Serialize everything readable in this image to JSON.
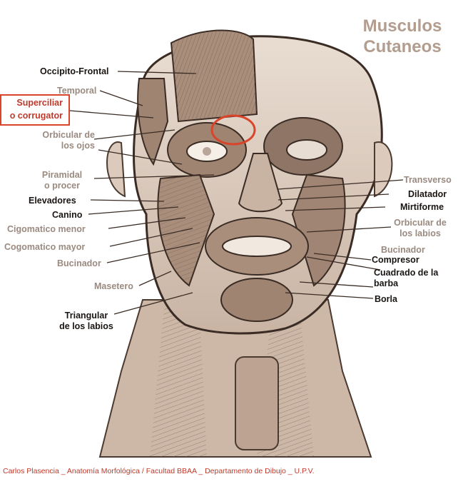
{
  "title": {
    "line1": "Musculos",
    "line2": "Cutaneos"
  },
  "labels": {
    "occipito_frontal": "Occipito-Frontal",
    "temporal": "Temporal",
    "superciliar_1": "Superciliar",
    "superciliar_2": "o corrugator",
    "orbicular_ojos_1": "Orbicular de",
    "orbicular_ojos_2": "los ojos",
    "piramidal_1": "Piramidal",
    "piramidal_2": "o procer",
    "elevadores": "Elevadores",
    "canino": "Canino",
    "cigomatico_menor": "Cigomatico menor",
    "cogomatico_mayor": "Cogomatico mayor",
    "bucinador_left": "Bucinador",
    "masetero": "Masetero",
    "triangular_1": "Triangular",
    "triangular_2": "de los labios",
    "transverso": "Transverso",
    "dilatador": "Dilatador",
    "mirtiforme": "Mirtiforme",
    "orbicular_labios_1": "Orbicular de",
    "orbicular_labios_2": "los labios",
    "bucinador_right": "Bucinador",
    "compresor": "Compresor",
    "cuadrado_1": "Cuadrado de la",
    "cuadrado_2": "barba",
    "borla": "Borla"
  },
  "footer": "Carlos Plasencia _ Anatomía Morfológica / Facultad BBAA _ Departamento de Dibujo _ U.P.V.",
  "colors": {
    "accent": "#d9442b",
    "muted_label": "#9a8a80",
    "dark_label": "#1a1512",
    "title": "#b29d8f",
    "illustration": "#8a7566"
  }
}
